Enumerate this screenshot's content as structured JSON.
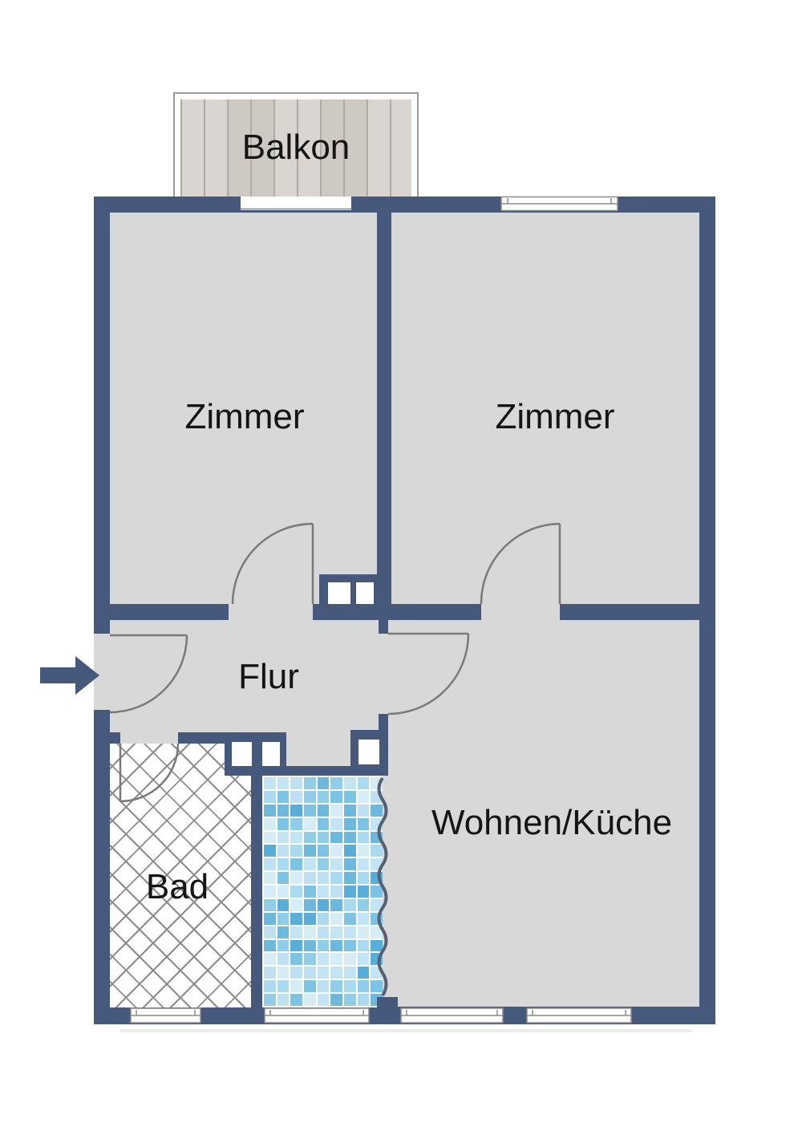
{
  "rooms": {
    "balkon": {
      "label": "Balkon"
    },
    "zimmer_left": {
      "label": "Zimmer"
    },
    "zimmer_right": {
      "label": "Zimmer"
    },
    "flur": {
      "label": "Flur"
    },
    "bad": {
      "label": "Bad"
    },
    "wohnen_kueche": {
      "label": "Wohnen/Küche"
    }
  },
  "symbols": {
    "entrance_arrow_direction": "right",
    "door_count": 5,
    "window_count": 5,
    "shaft_count": 3
  },
  "colors": {
    "wall": "#46587b",
    "floor": "#d8d8d9",
    "door_line": "#7a7a7a",
    "window_frame": "#8a8a8a",
    "balcony_deck": "#d6d1cc",
    "balcony_plank_line": "#b0a9a4",
    "balcony_border": "#9a9a9a",
    "bath_hatch_line": "#8c8c8c",
    "tile_grout": "#ffffff",
    "wavy_line": "#566070",
    "label_color": "#141414",
    "tile_palette": [
      "#d6edf8",
      "#aadaf0",
      "#7cc3e4",
      "#58aed8",
      "#c2e4f4",
      "#90cde9",
      "#6db9de",
      "#bfe0f2"
    ]
  }
}
